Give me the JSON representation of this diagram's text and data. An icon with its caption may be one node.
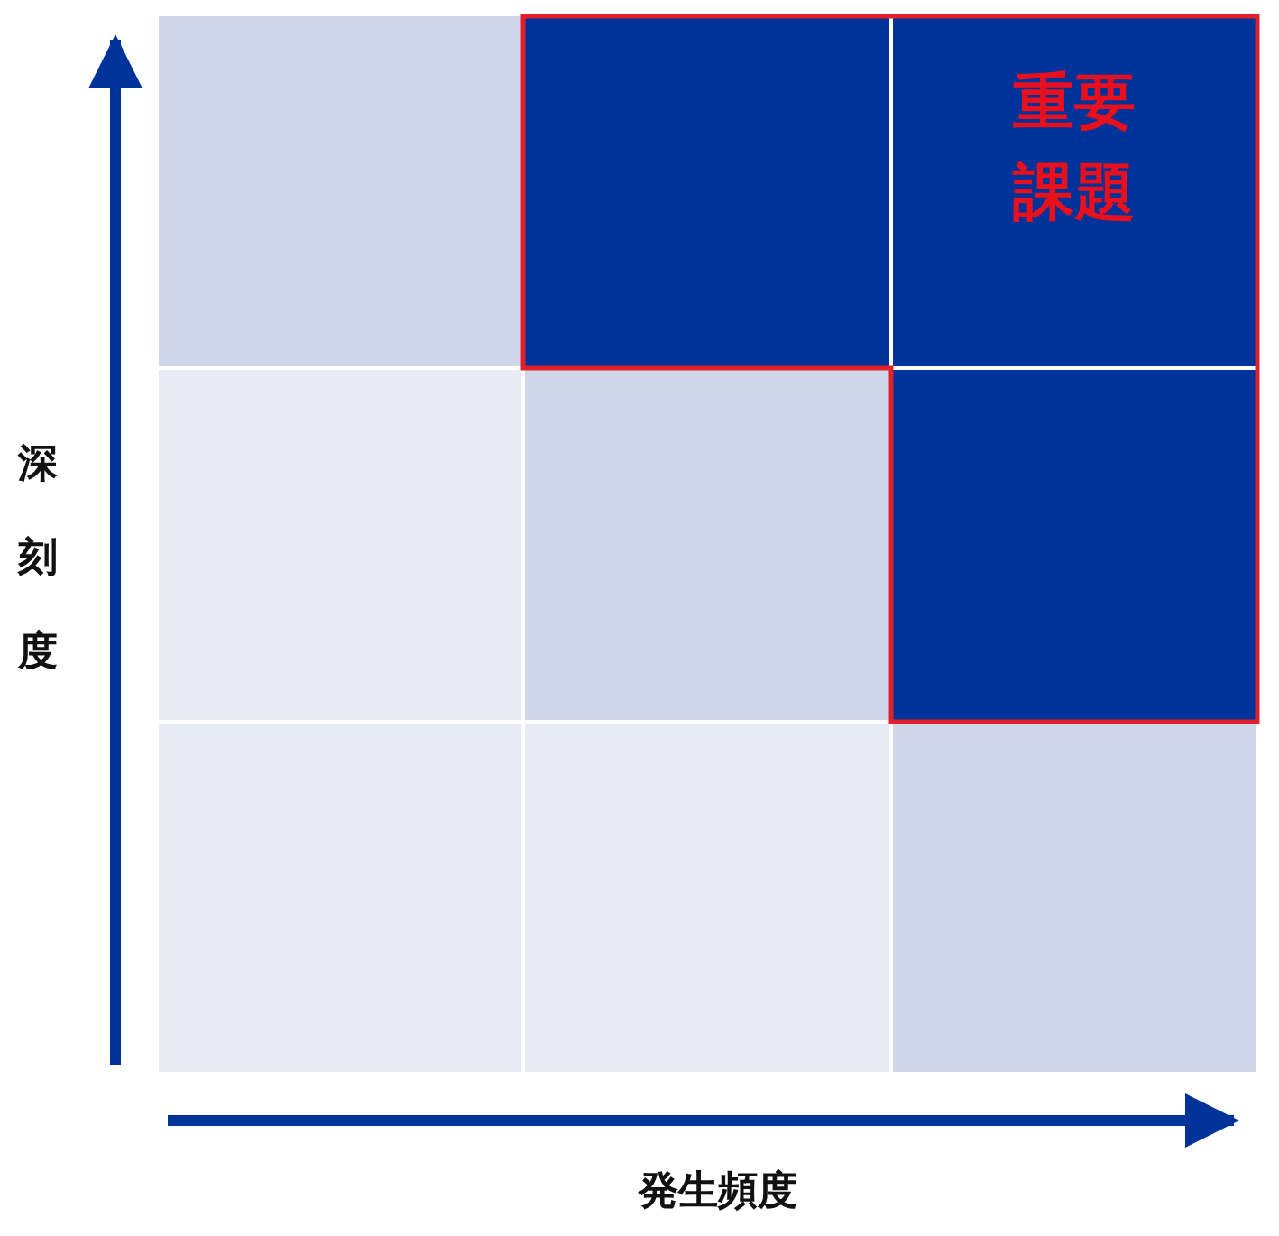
{
  "diagram": {
    "nodes": [
      {
        "text": [],
        "shape": "box"
      },
      {
        "text": [],
        "shape": "box"
      },
      {
        "text": [
          "重要課題"
        ]
      },
      {
        "text": [],
        "shape": "box"
      },
      {
        "text": [],
        "shape": "box"
      },
      {
        "text": [],
        "shape": "box"
      },
      {
        "text": [],
        "shape": "box"
      },
      {
        "text": [],
        "shape": "box"
      },
      {
        "text": [],
        "shape": "box"
      }
    ],
    "labels": [
      "深刻度",
      "発生頻度"
    ]
  }
}
